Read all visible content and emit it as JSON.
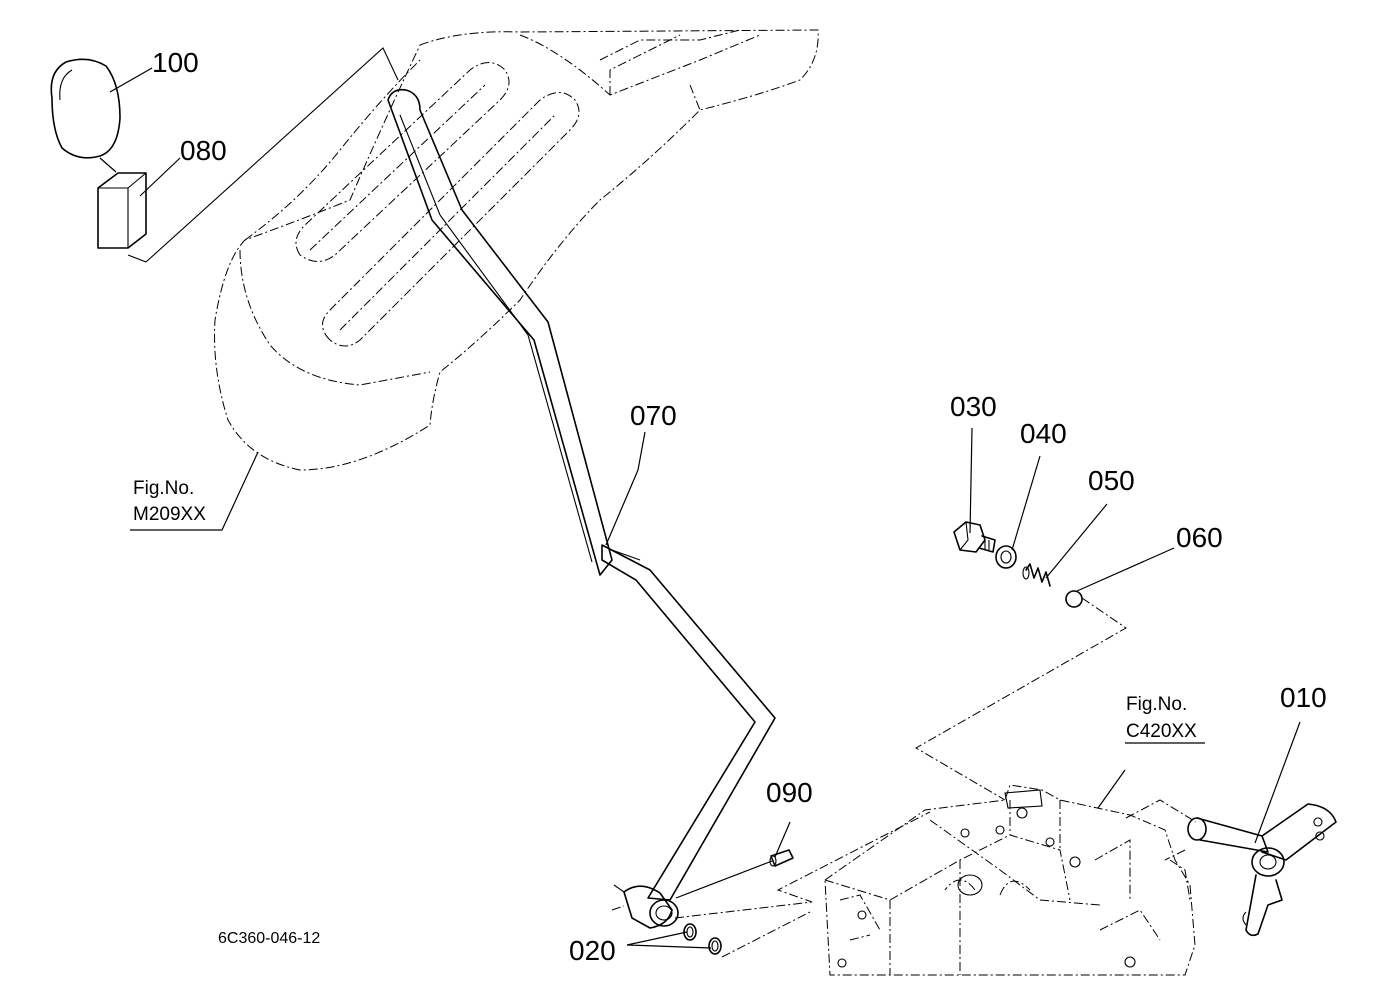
{
  "callouts": {
    "p100": "100",
    "p080": "080",
    "p070": "070",
    "p030": "030",
    "p040": "040",
    "p050": "050",
    "p060": "060",
    "p010": "010",
    "p090": "090",
    "p020": "020"
  },
  "references": {
    "fig_label": "Fig.No.",
    "fig1_code": "M209XX",
    "fig2_code": "C420XX"
  },
  "diagram_code": "6C360-046-12"
}
